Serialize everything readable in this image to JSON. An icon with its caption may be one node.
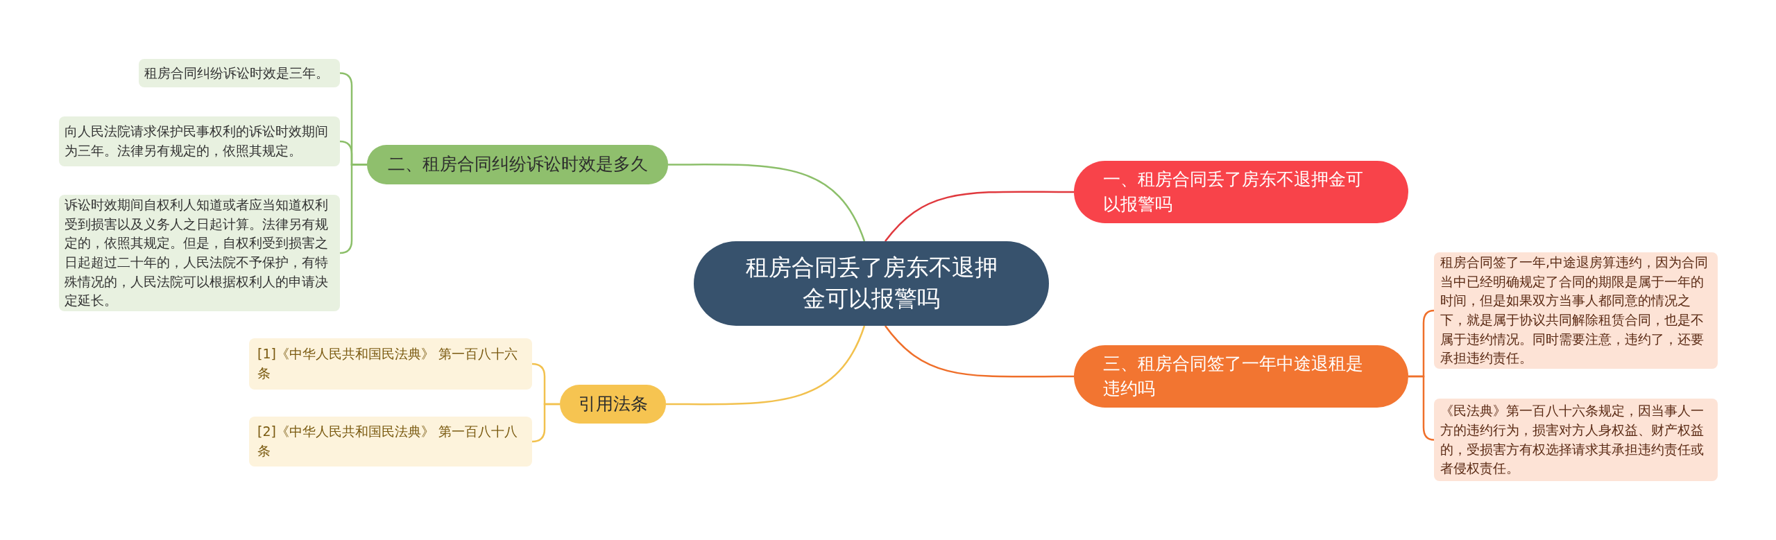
{
  "diagram": {
    "nodes": [
      {
        "text": [
          "租房合同丢了房东不退押金可以报警吗"
        ]
      },
      {
        "text": [
          "一、租房合同丢了房东不退押金可以报警吗"
        ]
      },
      {
        "text": [
          "二、租房合同纠纷诉讼时效是多久"
        ]
      },
      {
        "text": [
          "租房合同纠纷诉讼时效是三年。"
        ]
      },
      {
        "text": [
          "向人民法院请求保护民事权利的诉讼时效期间为三年。法律另有规定的，依照其规定。"
        ]
      },
      {
        "text": [
          "诉讼时效期间自权利人知道或者应当知道权利受到损害以及义务人之日起计算。法律另有规定的，依照其规定。但是，自权利受到损害之日起超过二十年的，人民法院不予保护，有特殊情况的，人民法院可以根据权利人的申请决定延长。"
        ]
      },
      {
        "text": [
          "三、租房合同签了一年中途退租是违约吗"
        ]
      },
      {
        "text": [
          "租房合同签了一年,中途退房算违约，因为合同当中已经明确规定了合同的期限是属于一年的时间，但是如果双方当事人都同意的情况之下，就是属于协议共同解除租赁合同，也是不属于违约情况。同时需要注意，违约了，还要承担违约责任。"
        ]
      },
      {
        "text": [
          "《民法典》第一百八十六条规定，因当事人一方的违约行为，损害对方人身权益、财产权益的，受损害方有权选择请求其承担违约责任或者侵权责任。"
        ]
      },
      {
        "text": [
          "引用法条"
        ]
      },
      {
        "text": [
          "[1]《中华人民共和国民法典》 第一百八十六条"
        ]
      },
      {
        "text": [
          "[2]《中华人民共和国民法典》 第一百八十八条"
        ]
      }
    ],
    "edges": [
      {
        "from": 0,
        "to": 1,
        "arrow": "none",
        "color": "#e0393e"
      },
      {
        "from": 0,
        "to": 2,
        "arrow": "none",
        "color": "#8cbf6a"
      },
      {
        "from": 2,
        "to": 3,
        "arrow": "none",
        "color": "#8cbf6a"
      },
      {
        "from": 2,
        "to": 4,
        "arrow": "none",
        "color": "#8cbf6a"
      },
      {
        "from": 2,
        "to": 5,
        "arrow": "none",
        "color": "#8cbf6a"
      },
      {
        "from": 0,
        "to": 6,
        "arrow": "none",
        "color": "#ef6f2a"
      },
      {
        "from": 6,
        "to": 7,
        "arrow": "none",
        "color": "#ef6f2a"
      },
      {
        "from": 6,
        "to": 8,
        "arrow": "none",
        "color": "#ef6f2a"
      },
      {
        "from": 0,
        "to": 9,
        "arrow": "none",
        "color": "#f2c14e"
      },
      {
        "from": 9,
        "to": 10,
        "arrow": "none",
        "color": "#f2c14e"
      },
      {
        "from": 9,
        "to": 11,
        "arrow": "none",
        "color": "#f2c14e"
      }
    ]
  }
}
